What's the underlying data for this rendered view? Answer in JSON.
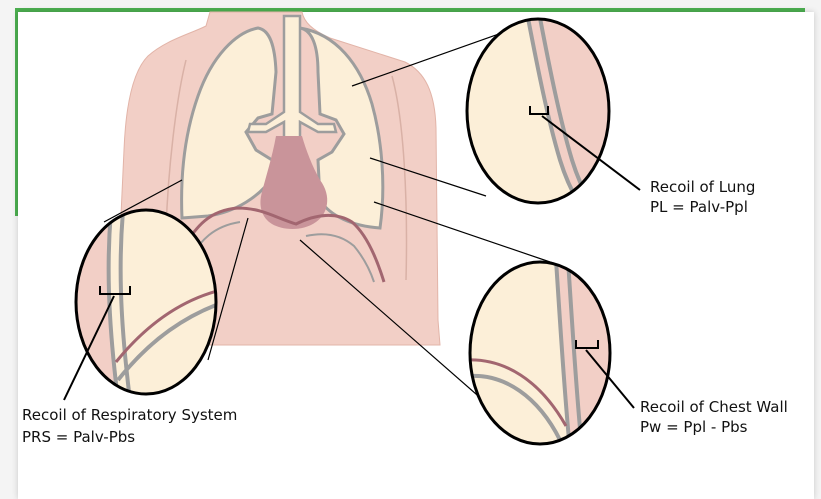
{
  "figure": {
    "accent_color": "#4caf50",
    "skin_color": "#f2cfc6",
    "lung_color": "#fcefd8",
    "tissue_color": "#a26670",
    "labels": {
      "lung": {
        "title": "Recoil of Lung",
        "formula": "PL = Palv-Ppl"
      },
      "respiratory_system": {
        "title": "Recoil of Respiratory System",
        "formula": "PRS = Palv-Pbs"
      },
      "chest_wall": {
        "title": "Recoil of Chest Wall",
        "formula": "Pw = Ppl - Pbs"
      }
    }
  }
}
